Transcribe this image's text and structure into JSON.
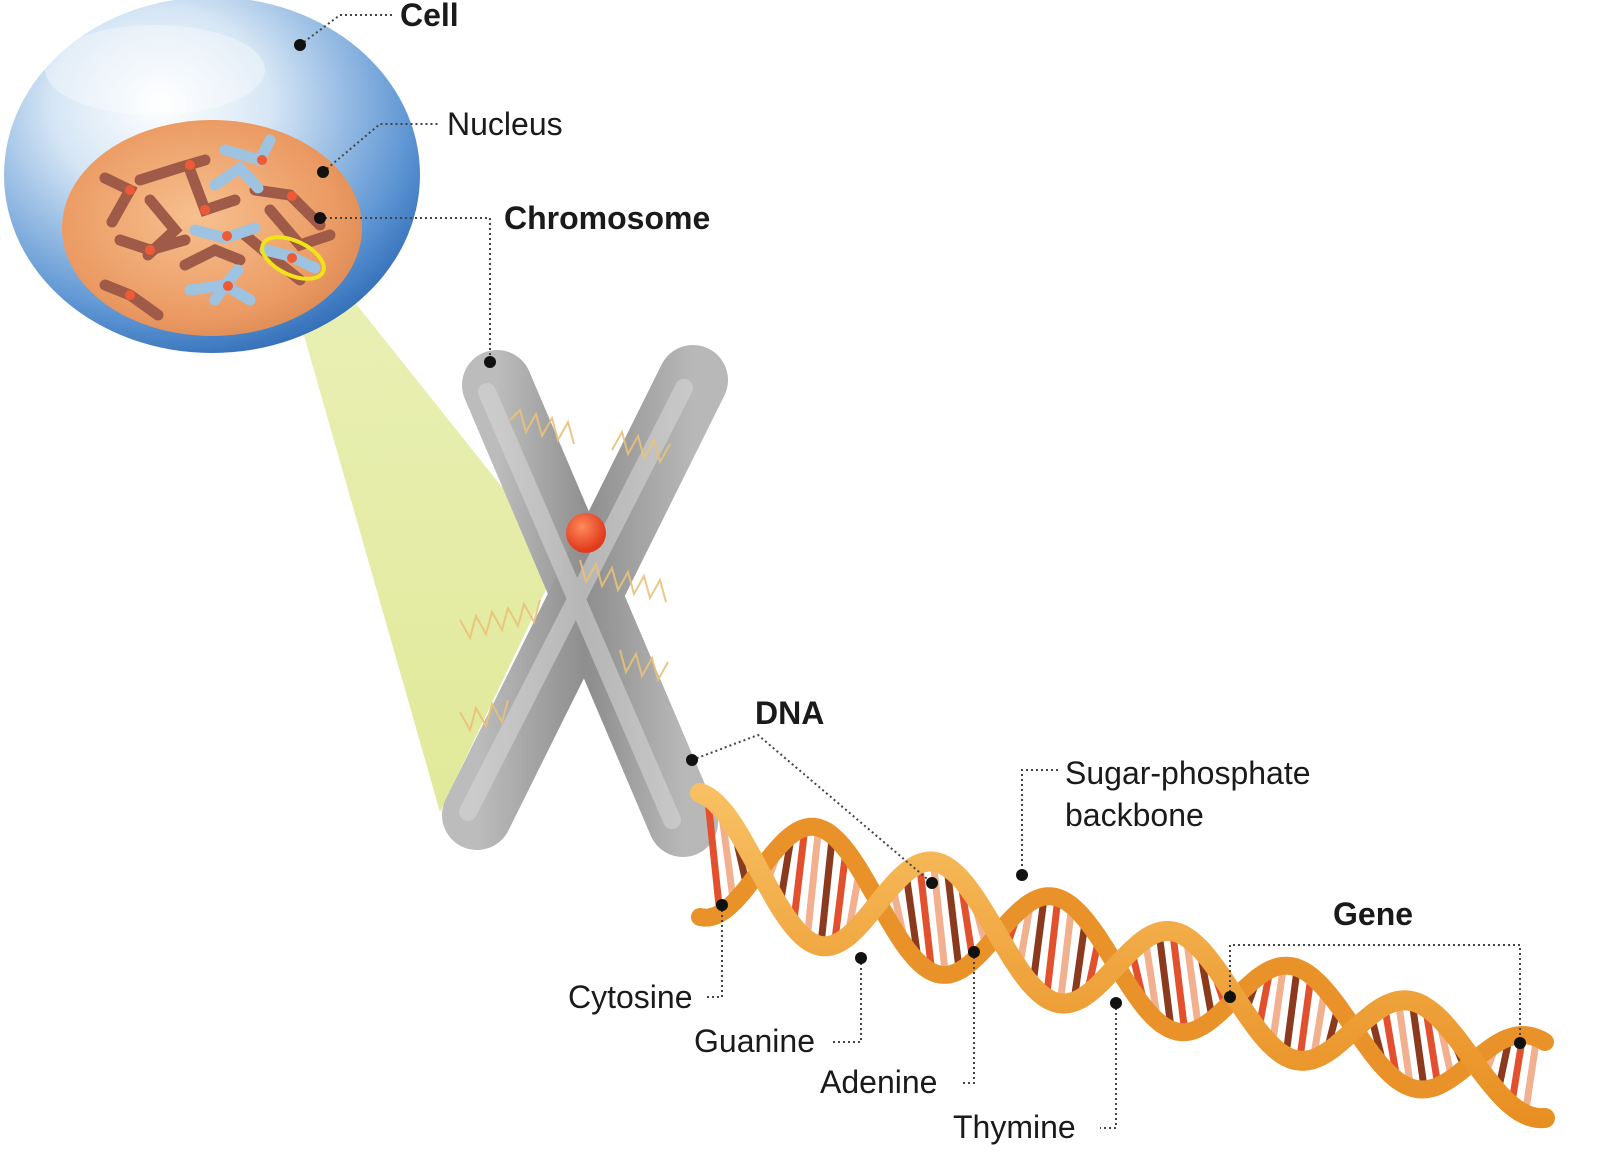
{
  "labels": {
    "cell": "Cell",
    "nucleus": "Nucleus",
    "chromosome": "Chromosome",
    "dna": "DNA",
    "backbone_line1": "Sugar-phosphate",
    "backbone_line2": "backbone",
    "gene": "Gene",
    "cytosine": "Cytosine",
    "guanine": "Guanine",
    "adenine": "Adenine",
    "thymine": "Thymine"
  },
  "colors": {
    "cell_blue": "#3f7fc9",
    "nucleus_orange": "#e89a5e",
    "chromosome_gray": "#9a9a9a",
    "zoom_cone": "#e4ec9c",
    "centromere": "#e8462a",
    "helix_orange": "#f2a43a",
    "base_dark": "#8b3a1e",
    "base_red": "#e2502e",
    "base_light": "#f3b08e"
  }
}
